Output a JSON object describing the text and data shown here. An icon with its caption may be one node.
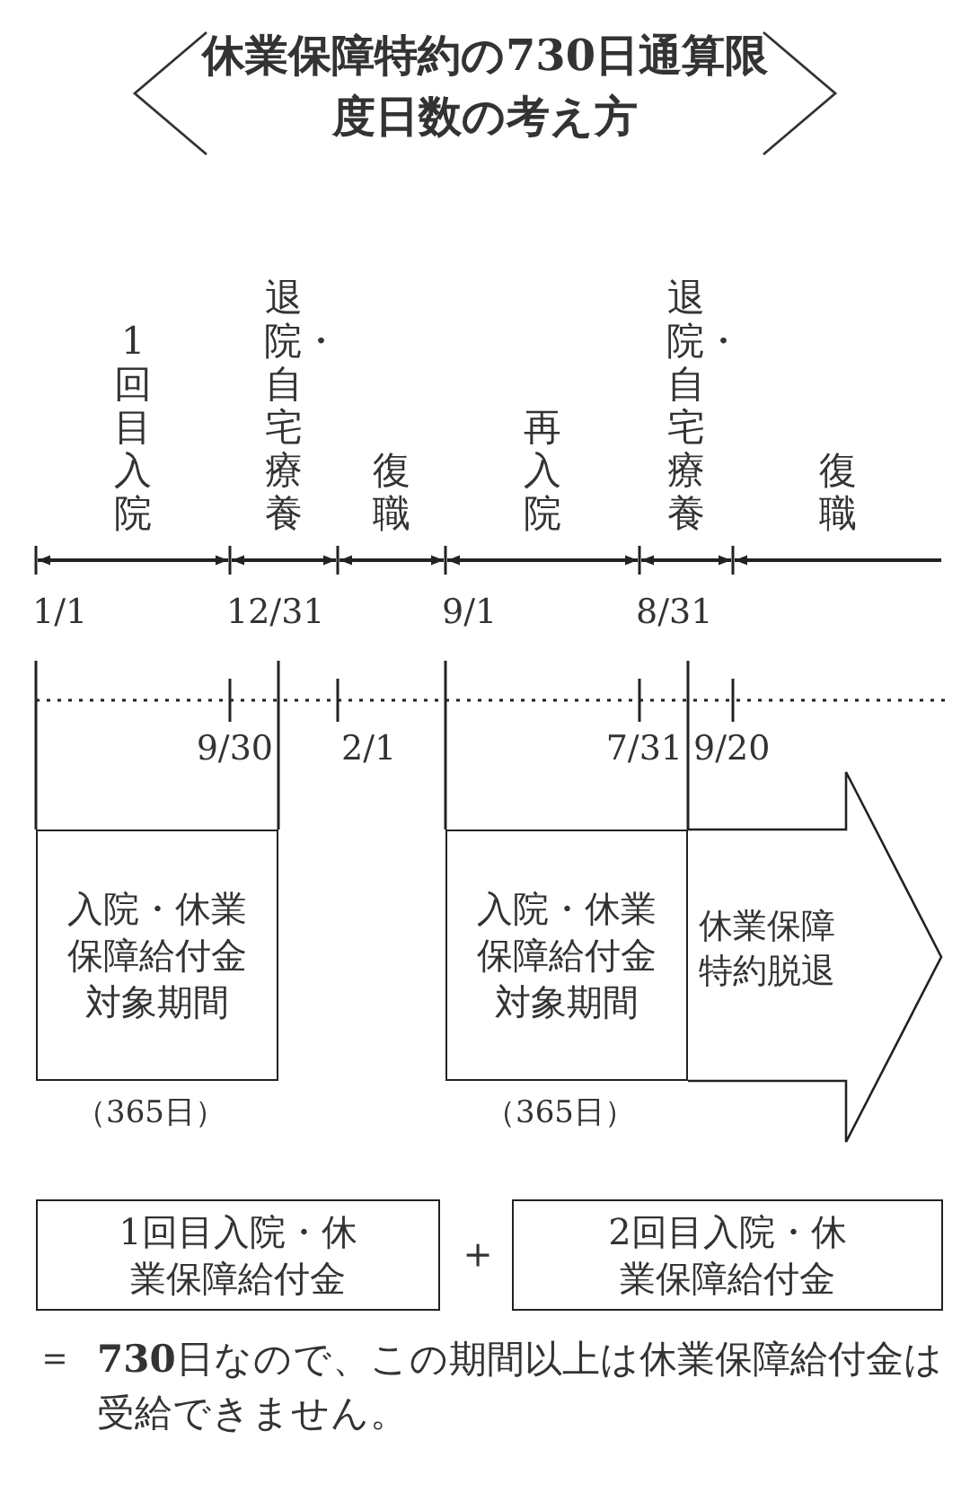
{
  "diagram": {
    "title": "休業保障特約の730日通算限度日数の考え方",
    "nodes": [
      {
        "text": [
          "入院・休業保障給付金対象期間"
        ],
        "beside": [
          "（365日）"
        ]
      },
      {
        "text": [
          "入院・休業保障給付金対象期間"
        ],
        "beside": [
          "（365日）"
        ]
      },
      {
        "text": [
          "休業保障特約脱退"
        ]
      },
      {
        "text": [
          "1回目入院・休業保障給付金"
        ]
      },
      {
        "text": [
          "2回目入院・休業保障給付金"
        ]
      }
    ],
    "labels": [
      "1回目入院",
      "退院・自宅療養",
      "復職",
      "再入院",
      "退院・自宅療養",
      "復職",
      "1/1",
      "12/31",
      "9/1",
      "8/31",
      "9/30",
      "2/1",
      "7/31",
      "9/20",
      "＋",
      "＝",
      "**730**日なので、この期間以上は休業保障給付金は受給できません。"
    ]
  }
}
